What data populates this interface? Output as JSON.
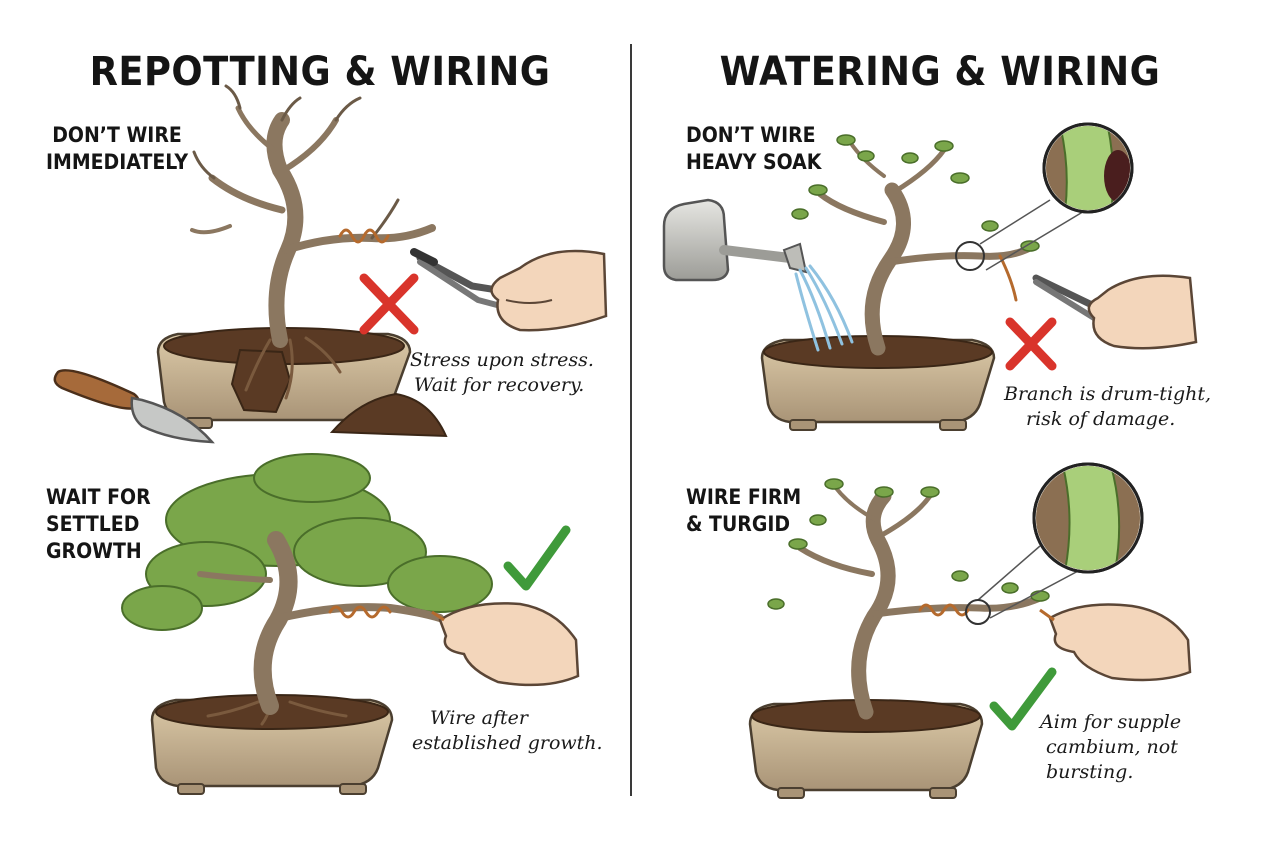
{
  "left_section": {
    "title": "REPOTTING & WIRING",
    "top_panel": {
      "label_lines": [
        "DON’T WIRE",
        "IMMEDIATELY"
      ],
      "caption_lines": [
        "Stress upon stress.",
        "Wait for recovery."
      ],
      "verdict": "cross"
    },
    "bottom_panel": {
      "label_lines": [
        "WAIT FOR",
        "SETTLED",
        "GROWTH"
      ],
      "caption_lines": [
        "Wire after",
        "established growth."
      ],
      "verdict": "check"
    }
  },
  "right_section": {
    "title": "WATERING & WIRING",
    "top_panel": {
      "label_lines": [
        "DON’T WIRE",
        "HEAVY SOAK"
      ],
      "caption_lines": [
        "Branch is drum-tight,",
        "risk of damage."
      ],
      "verdict": "cross"
    },
    "bottom_panel": {
      "label_lines": [
        "WIRE FIRM",
        "& TURGID"
      ],
      "caption_lines": [
        "Aim for supple",
        "cambium, not",
        "bursting."
      ],
      "verdict": "check"
    }
  },
  "colors": {
    "cross": "#d9342b",
    "check": "#3f9a3a",
    "pot": "#cdbb9c",
    "soil": "#5a3a24",
    "trunk": "#8b7760",
    "foliage": "#7aa64a",
    "cell": "#a9cf7a",
    "water": "#8fc2e0"
  },
  "icons": [
    "trowel-icon",
    "watering-can-icon",
    "pliers-icon",
    "hand-icon",
    "magnifier-icon",
    "cross-icon",
    "checkmark-icon"
  ]
}
